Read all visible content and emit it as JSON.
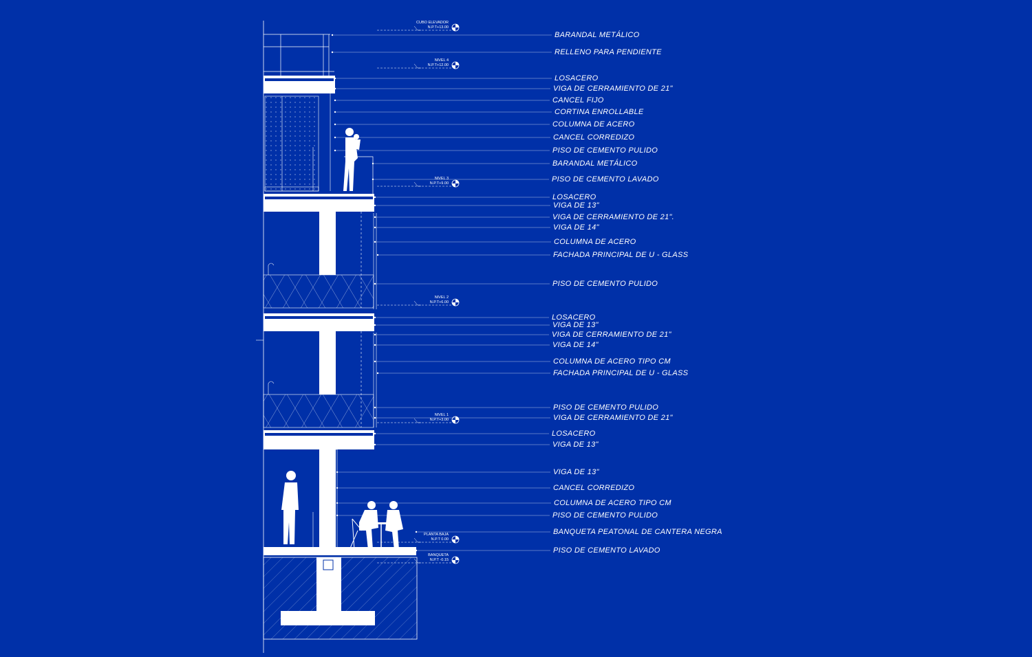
{
  "colors": {
    "background": "#0030a8",
    "line": "#ffffff",
    "fill": "#ffffff"
  },
  "labels": [
    "BARANDAL METÁLICO",
    "RELLENO PARA PENDIENTE",
    "LOSACERO",
    "VIGA DE CERRAMIENTO DE 21\"",
    "CANCEL FIJO",
    "CORTINA ENROLLABLE",
    "COLUMNA DE ACERO",
    "CANCEL CORREDIZO",
    "PISO DE CEMENTO PULIDO",
    "BARANDAL  METÁLICO",
    "PISO DE CEMENTO LAVADO",
    "LOSACERO",
    "VIGA DE 13\"",
    "VIGA DE CERRAMIENTO DE 21\".",
    "VIGA DE 14\"",
    "COLUMNA DE ACERO",
    "FACHADA PRINCIPAL DE U - GLASS",
    "PISO DE CEMENTO PULIDO",
    "LOSACERO",
    "VIGA DE 13\"",
    "VIGA DE CERRAMIENTO DE 21\"",
    "VIGA DE 14\"",
    "COLUMNA DE ACERO TIPO CM",
    "FACHADA PRINCIPAL DE U - GLASS",
    "PISO DE CEMENTO PULIDO",
    "VIGA DE CERRAMIENTO DE 21\"",
    "LOSACERO",
    "VIGA DE 13\"",
    "VIGA DE 13\"",
    "CANCEL CORREDIZO",
    "COLUMNA DE ACERO TIPO CM",
    "PISO DE CEMENTO PULIDO",
    "BANQUETA PEATONAL DE CANTERA NEGRA",
    "PISO DE CEMENTO LAVADO"
  ],
  "levels": [
    {
      "name": "CUBO ELEVADOR",
      "npt": "N.P.T+13.00"
    },
    {
      "name": "NIVEL 4",
      "npt": "N.P.T+12.00"
    },
    {
      "name": "NIVEL 3",
      "npt": "N.P.T+9.00"
    },
    {
      "name": "NIVEL 2",
      "npt": "N.P.T+6.00"
    },
    {
      "name": "NIVEL 1",
      "npt": "N.P.T+3.00"
    },
    {
      "name": "PLANTA BAJA",
      "npt": "N.P.T 0.00"
    },
    {
      "name": "BANQUETA",
      "npt": "N.P.T -0.15"
    }
  ]
}
